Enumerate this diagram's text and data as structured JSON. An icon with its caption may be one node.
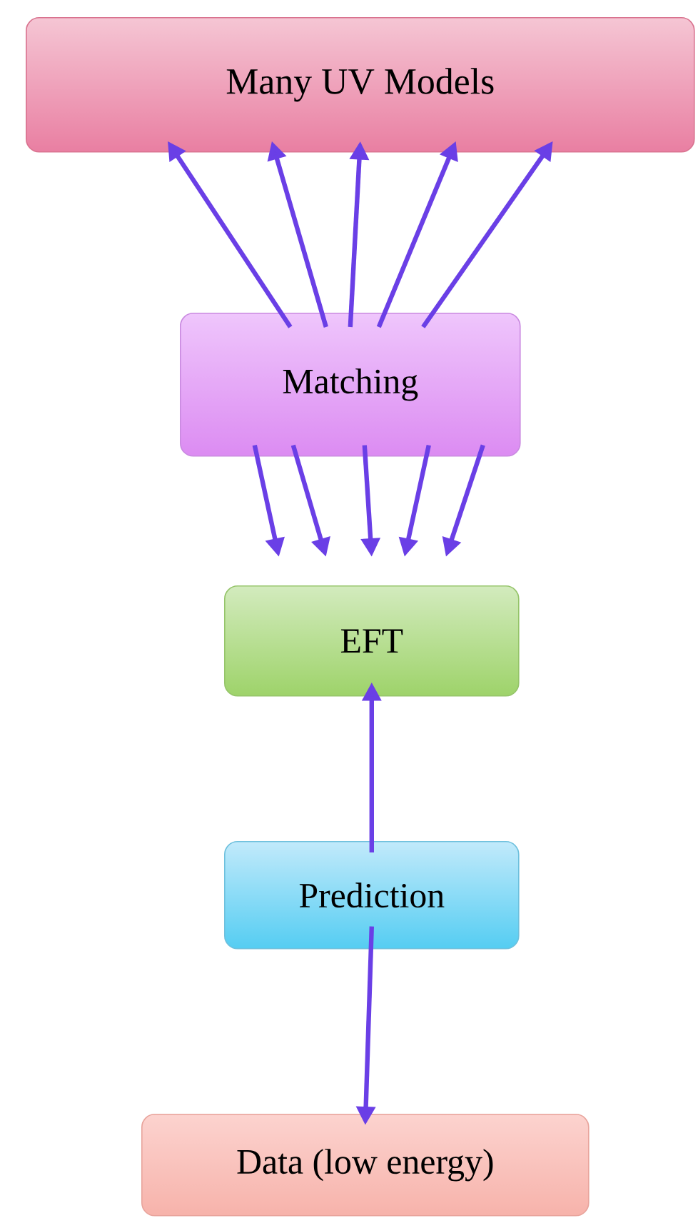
{
  "diagram": {
    "nodes": [
      {
        "text": [
          "Many UV Models"
        ]
      },
      {
        "text": [
          "Matching"
        ]
      },
      {
        "text": [
          "EFT"
        ]
      },
      {
        "text": [
          "Prediction"
        ]
      },
      {
        "text": [
          "Data (low energy)"
        ]
      }
    ],
    "edges": [
      {
        "from": 1,
        "to": 0,
        "arrow": "to"
      },
      {
        "from": 1,
        "to": 0,
        "arrow": "to"
      },
      {
        "from": 1,
        "to": 0,
        "arrow": "to"
      },
      {
        "from": 1,
        "to": 0,
        "arrow": "to"
      },
      {
        "from": 1,
        "to": 0,
        "arrow": "to"
      },
      {
        "from": 1,
        "to": 2,
        "arrow": "to"
      },
      {
        "from": 1,
        "to": 2,
        "arrow": "to"
      },
      {
        "from": 1,
        "to": 2,
        "arrow": "to"
      },
      {
        "from": 1,
        "to": 2,
        "arrow": "to"
      },
      {
        "from": 1,
        "to": 2,
        "arrow": "to"
      },
      {
        "from": 3,
        "to": 2,
        "arrow": "to"
      },
      {
        "from": 3,
        "to": 4,
        "arrow": "to"
      }
    ]
  }
}
